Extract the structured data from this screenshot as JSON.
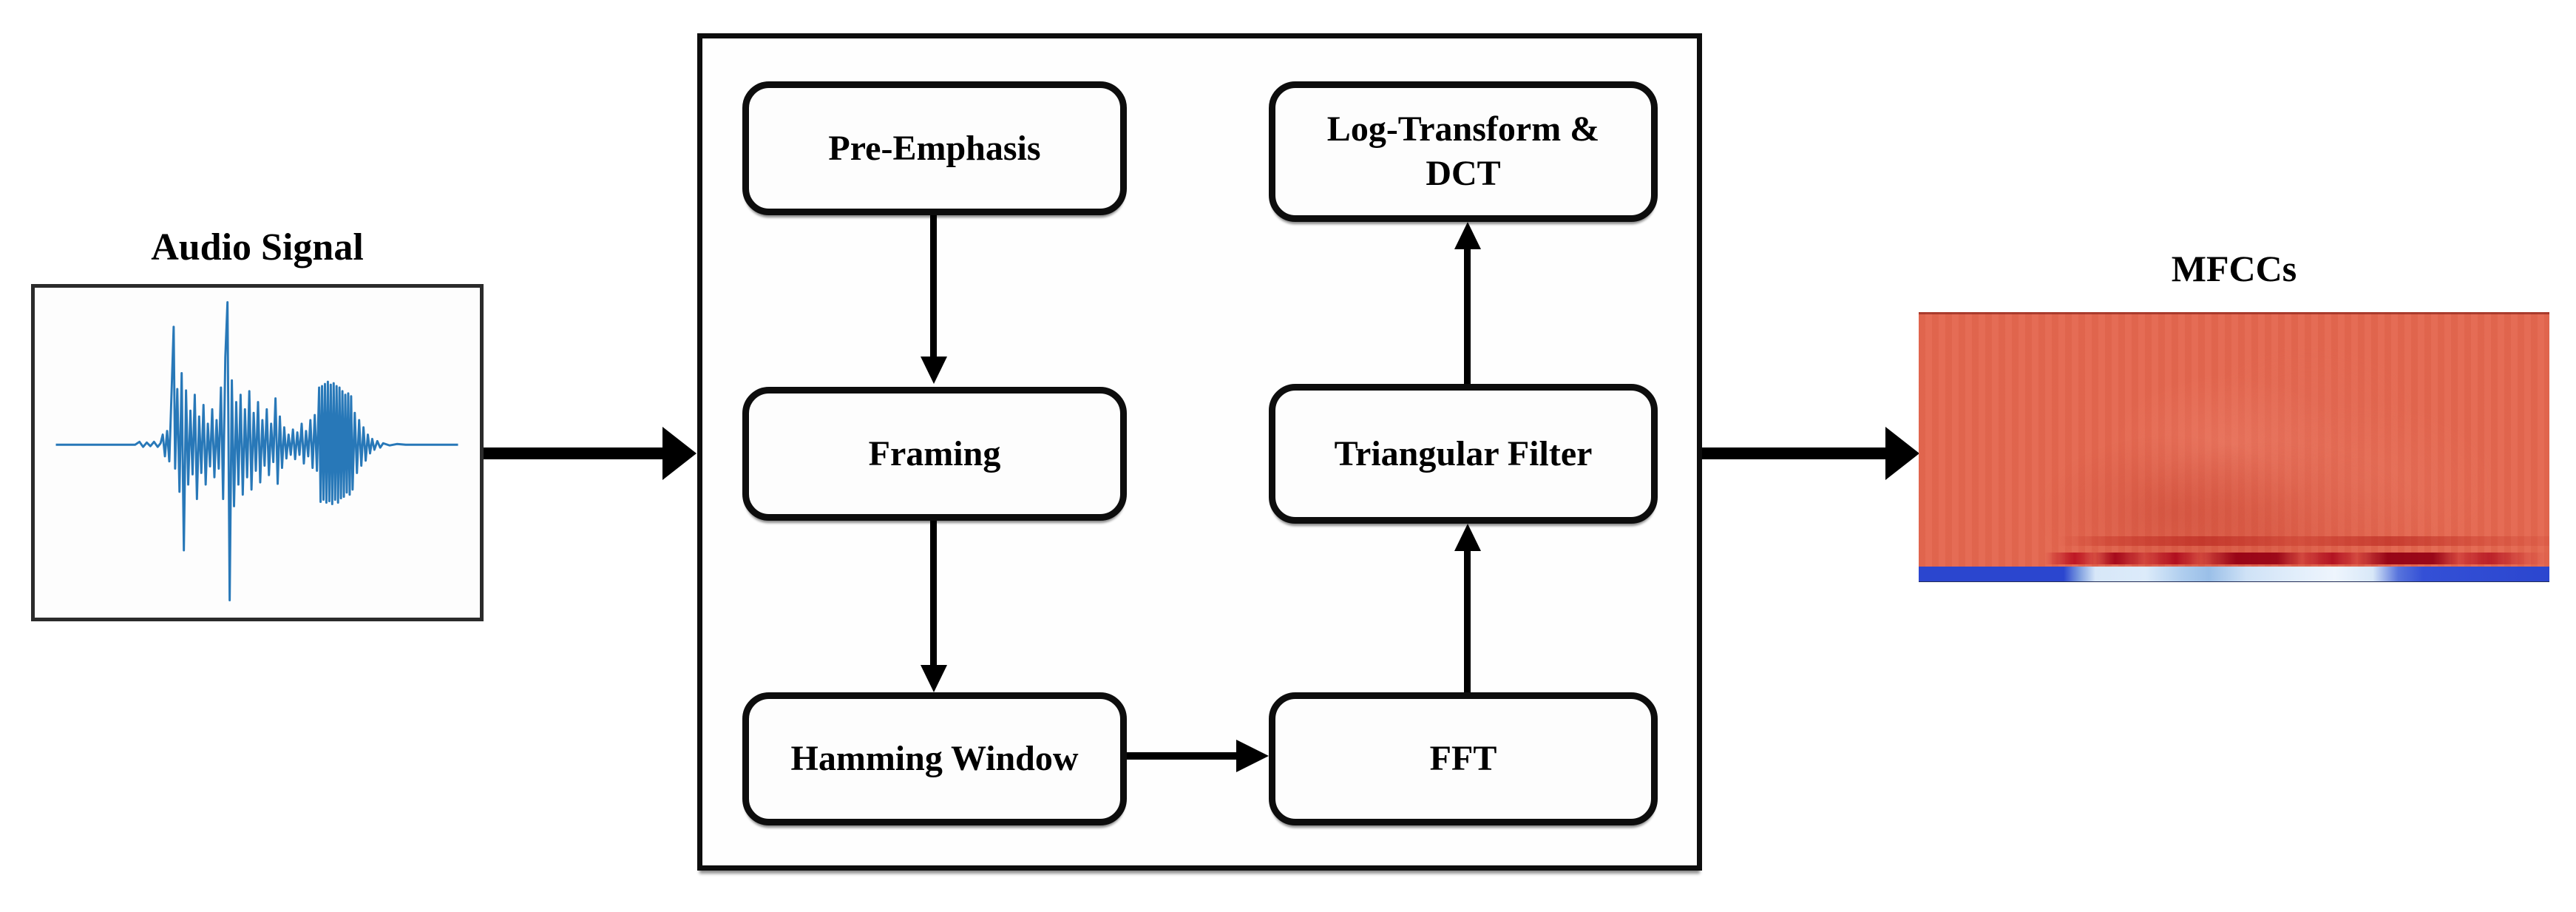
{
  "audio": {
    "label": "Audio Signal"
  },
  "nodes": {
    "pre_emphasis": {
      "label": "Pre-Emphasis"
    },
    "framing": {
      "label": "Framing"
    },
    "hamming_window": {
      "label": "Hamming Window"
    },
    "log_dct": {
      "label": "Log-Transform & DCT",
      "lines": [
        "Log-Transform &",
        "DCT"
      ]
    },
    "triangular_filter": {
      "label": "Triangular Filter"
    },
    "fft": {
      "label": "FFT"
    }
  },
  "mfcc": {
    "label": "MFCCs"
  },
  "colors": {
    "waveform_blue": "#2878b8",
    "heatmap_salmon": "#e4674f",
    "heatmap_blue_stripe": "#2b46cf",
    "heatmap_light_blue": "#dcebfa",
    "heatmap_dark_red": "#b5081c",
    "line_black": "#000000"
  }
}
